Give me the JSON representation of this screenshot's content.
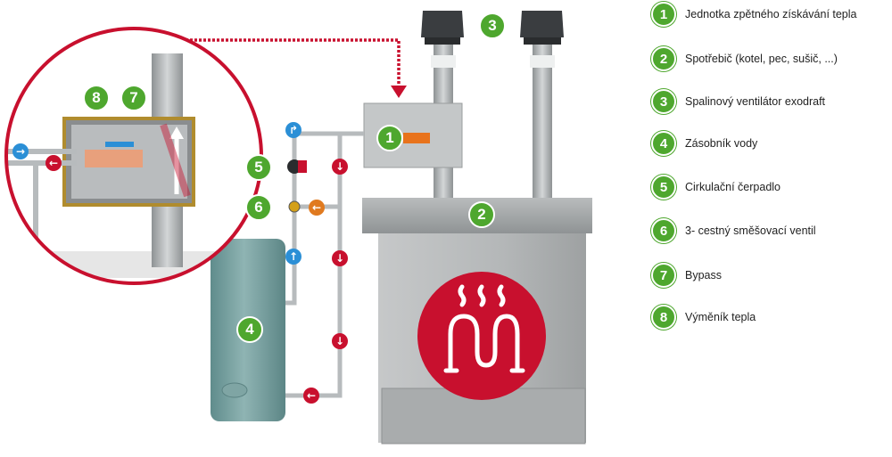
{
  "legend": [
    {
      "num": "1",
      "text": "Jednotka zpětného získávání tepla"
    },
    {
      "num": "2",
      "text": "Spotřebič (kotel, pec, sušič, ...)"
    },
    {
      "num": "3",
      "text": "Spalinový ventilátor exodraft"
    },
    {
      "num": "4",
      "text": "Zásobník vody"
    },
    {
      "num": "5",
      "text": "Cirkulační  čerpadlo"
    },
    {
      "num": "6",
      "text": "3- cestný směšovací ventil"
    },
    {
      "num": "7",
      "text": "Bypass"
    },
    {
      "num": "8",
      "text": "Výměník tepla"
    }
  ],
  "badges": {
    "b1": "1",
    "b2": "2",
    "b3": "3",
    "b4": "4",
    "b5": "5",
    "b6": "6",
    "b7": "7",
    "b8": "8"
  },
  "colors": {
    "green": "#4ea72e",
    "red": "#c8102e",
    "blue": "#2b8fd6",
    "orange": "#e07a1f",
    "steel": "#a7abad",
    "tank": "#6e9a9a"
  },
  "icons": {
    "heating": "radiator-heating-icon",
    "flow": "flow-arrow-icon"
  }
}
